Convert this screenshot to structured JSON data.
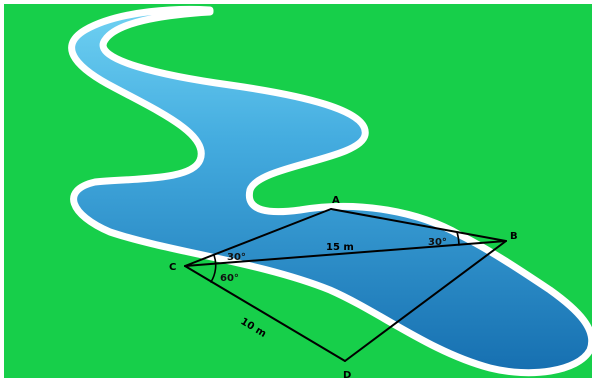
{
  "colors": {
    "grass": "#17cf4a",
    "river_light": "#5cc8ec",
    "river_dark": "#1a78b6",
    "river_bank": "#ffffff",
    "lines": "#000000"
  },
  "points": {
    "a": "A",
    "b": "B",
    "c": "C",
    "d": "D"
  },
  "lengths": {
    "cb": "15 m",
    "cd": "10 m"
  },
  "angles": {
    "acb": "30°",
    "bcd": "60°",
    "abc": "30°"
  }
}
